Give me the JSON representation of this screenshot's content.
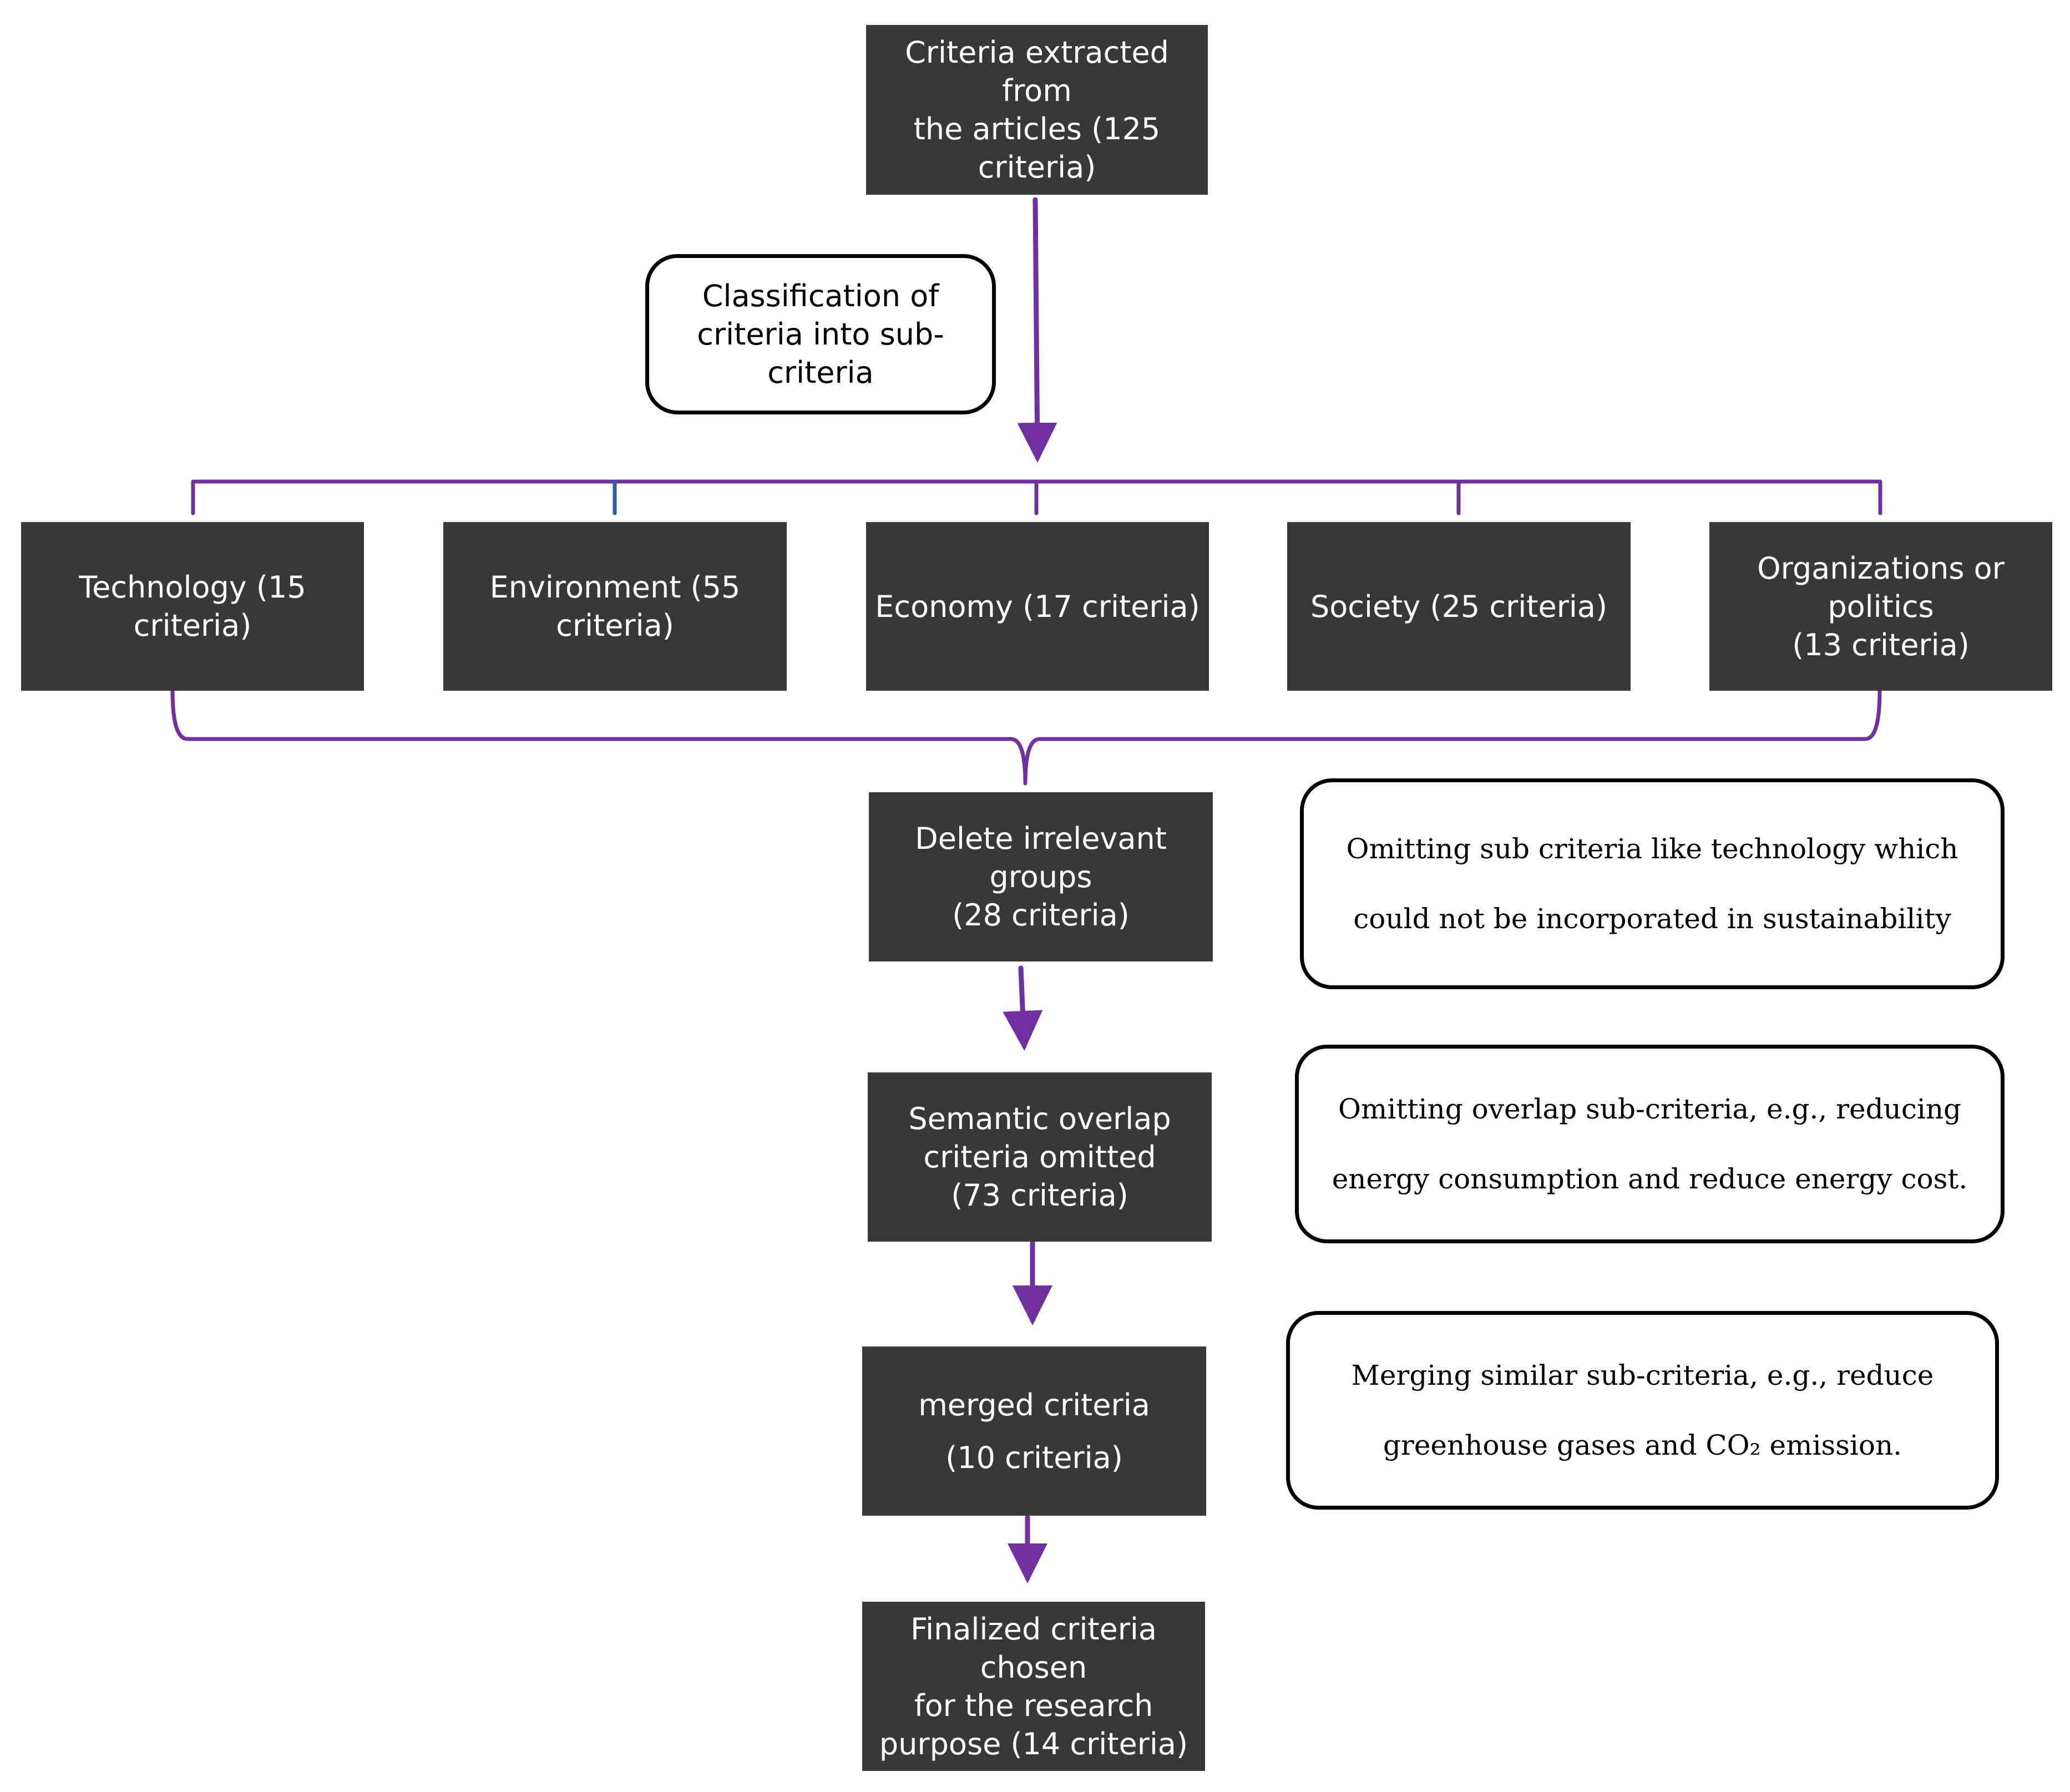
{
  "colors": {
    "box_fill": "#393837",
    "box_text": "#ffffff",
    "connector": "#7030a0",
    "connector_alt": "#2e5e9e",
    "note_border": "#000000"
  },
  "nodes": {
    "extracted": "Criteria extracted from\nthe articles (125\ncriteria)",
    "technology": "Technology (15 criteria)",
    "environment": "Environment (55\ncriteria)",
    "economy": "Economy (17 criteria)",
    "society": "Society  (25 criteria)",
    "organizations": "Organizations or politics\n(13 criteria)",
    "delete_irrelevant": "Delete irrelevant groups\n(28 criteria)",
    "semantic_overlap": "Semantic overlap\ncriteria omitted\n(73 criteria)",
    "merged": "merged criteria\n(10 criteria)",
    "finalized": "Finalized criteria chosen\nfor the research\npurpose (14 criteria)"
  },
  "notes": {
    "classification": "Classification of\ncriteria into sub-\ncriteria",
    "omit_technology": "Omitting sub criteria like technology which\ncould not be incorporated in sustainability",
    "omit_overlap": "Omitting overlap sub-criteria, e.g., reducing\nenergy consumption and reduce energy cost.",
    "merge_similar": "Merging similar sub-criteria, e.g., reduce\ngreenhouse gases and CO₂ emission."
  }
}
